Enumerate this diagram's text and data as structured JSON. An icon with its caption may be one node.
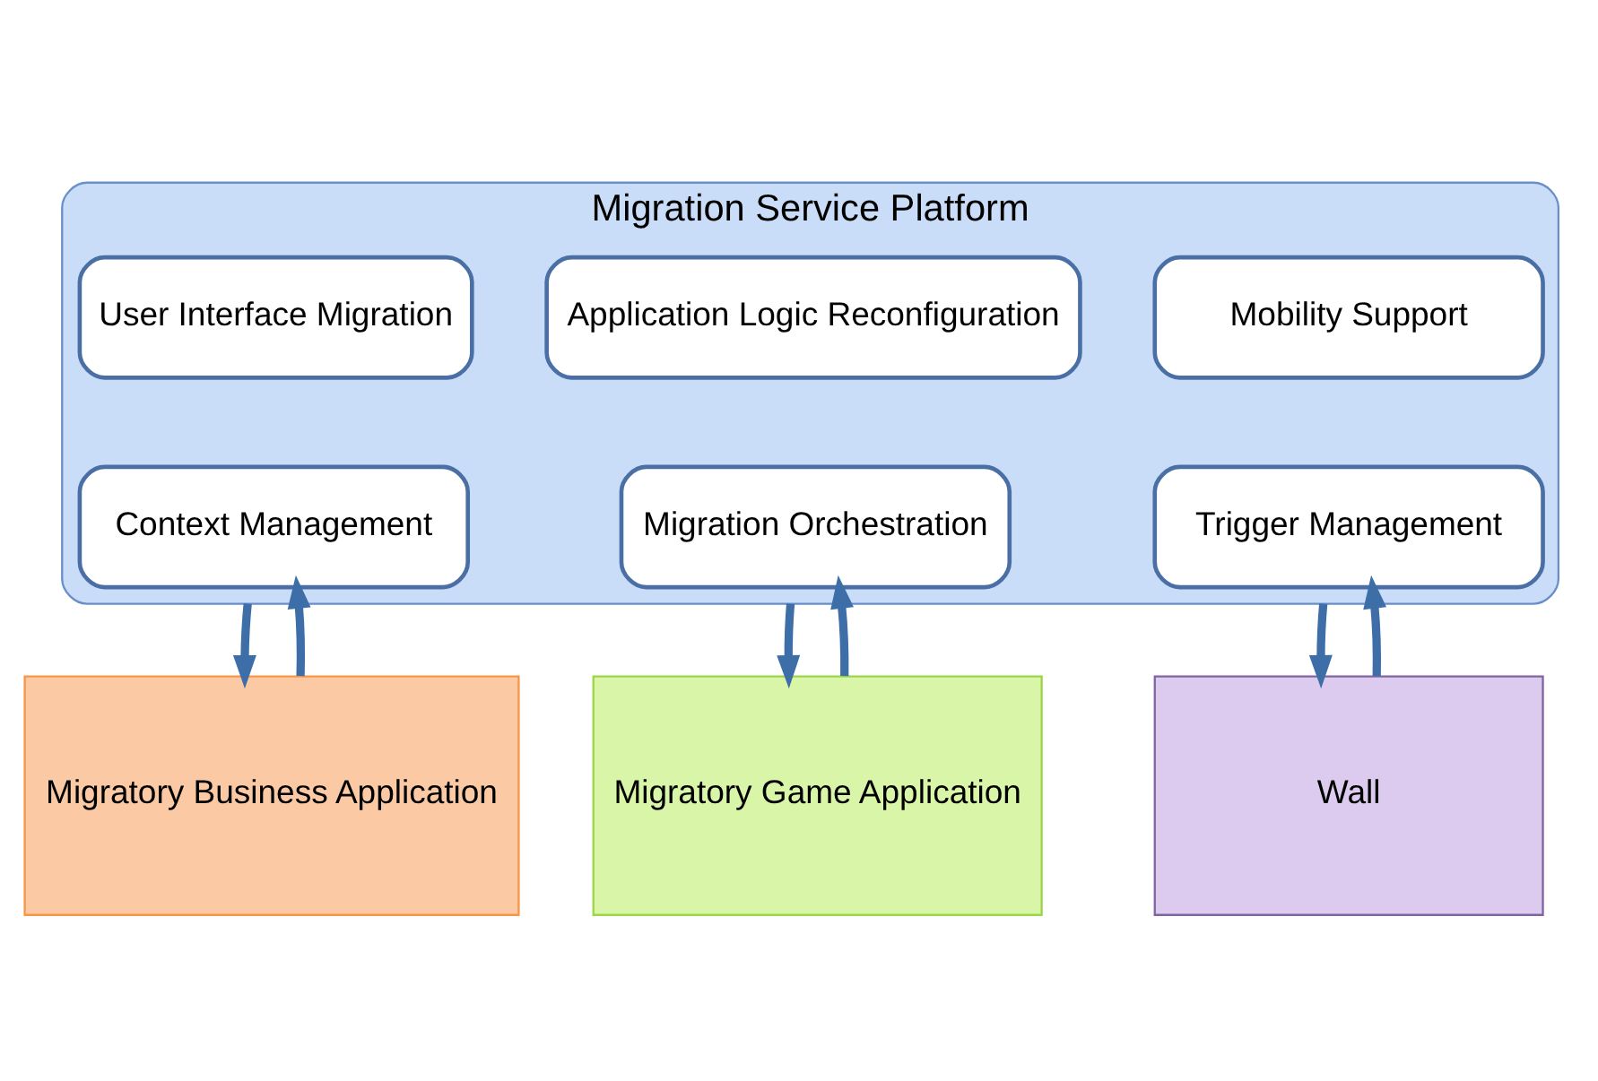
{
  "diagram": {
    "nodes": [
      {
        "text": [
          "Migration Service Platform"
        ]
      },
      {
        "text": [
          "User Interface Migration"
        ],
        "in": 0
      },
      {
        "text": [
          "Application Logic Reconfiguration"
        ],
        "in": 0
      },
      {
        "text": [
          "Mobility Support"
        ],
        "in": 0
      },
      {
        "text": [
          "Context Management"
        ],
        "in": 0
      },
      {
        "text": [
          "Migration Orchestration"
        ],
        "in": 0
      },
      {
        "text": [
          "Trigger Management"
        ],
        "in": 0
      },
      {
        "text": [
          "Migratory Business Application"
        ]
      },
      {
        "text": [
          "Migratory Game Application"
        ]
      },
      {
        "text": [
          "Wall"
        ]
      }
    ],
    "edges": [
      {
        "from": 0,
        "to": 7,
        "arrow": "to"
      },
      {
        "from": 7,
        "to": 0,
        "arrow": "to"
      },
      {
        "from": 0,
        "to": 8,
        "arrow": "to"
      },
      {
        "from": 8,
        "to": 0,
        "arrow": "to"
      },
      {
        "from": 0,
        "to": 9,
        "arrow": "to"
      },
      {
        "from": 9,
        "to": 0,
        "arrow": "to"
      }
    ]
  }
}
